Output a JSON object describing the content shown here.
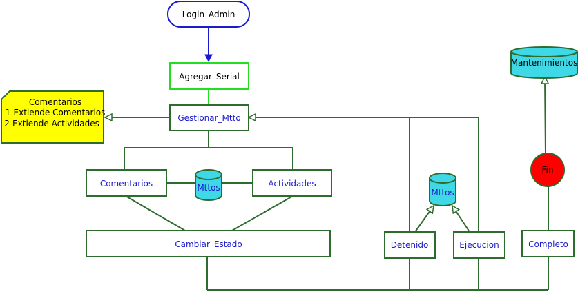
{
  "nodes": {
    "login_admin": "Login_Admin",
    "agregar_serial": "Agregar_Serial",
    "gestionar_mtto": "Gestionar_Mtto",
    "comentarios": "Comentarios",
    "actividades": "Actividades",
    "mttos_db_left": "Mttos",
    "cambiar_estado": "Cambiar_Estado",
    "detenido": "Detenido",
    "ejecucion": "Ejecucion",
    "mttos_db_right": "Mttos",
    "completo": "Completo",
    "fin": "Fin",
    "mantenimientos": "Mantenimientos"
  },
  "note": {
    "title": "Comentarios",
    "line1": "1-Extiende Comentarios",
    "line2": "2-Extiende Actividades"
  },
  "colors": {
    "line_green": "#2e6b2e",
    "box_border_green": "#2e6b2e",
    "bright_green": "#22dd22",
    "blue_text": "#1a1acc",
    "db_cyan": "#3fd8e6",
    "note_yellow": "#ffff00",
    "fin_red": "#ff0000",
    "arrow_blue": "#1a1acc"
  }
}
